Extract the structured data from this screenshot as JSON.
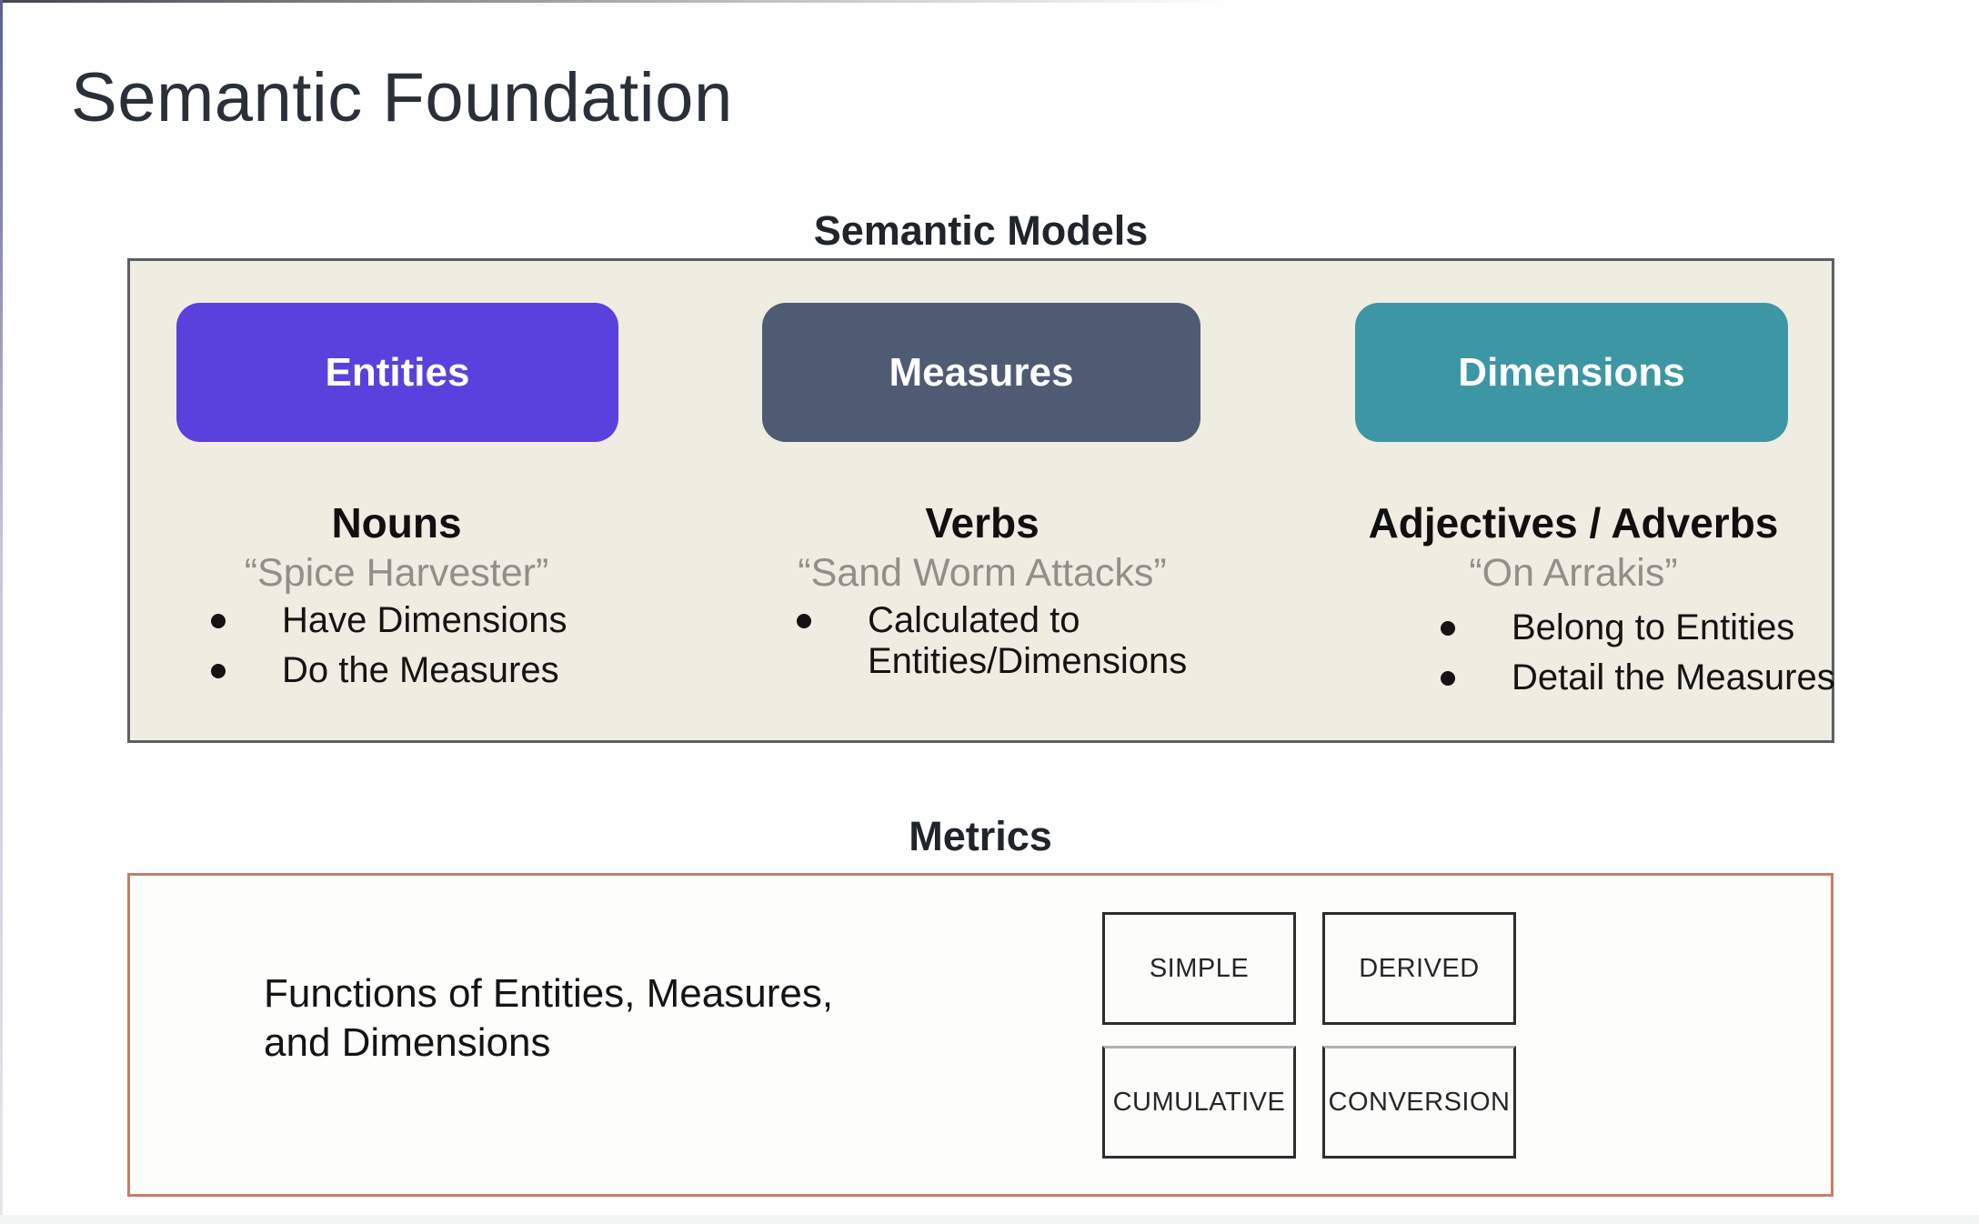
{
  "slide": {
    "title": "Semantic Foundation"
  },
  "semantic_models": {
    "heading": "Semantic Models",
    "panel_bg": "#efece1",
    "columns": [
      {
        "pill_label": "Entities",
        "pill_color": "#5a41de",
        "word_class": "Nouns",
        "example_quote": "“Spice Harvester”",
        "bullets": [
          "Have Dimensions",
          "Do the Measures"
        ]
      },
      {
        "pill_label": "Measures",
        "pill_color": "#4e5b73",
        "word_class": "Verbs",
        "example_quote": "“Sand Worm Attacks”",
        "bullets": [
          "Calculated to Entities/Dimensions"
        ]
      },
      {
        "pill_label": "Dimensions",
        "pill_color": "#3d96a3",
        "word_class": "Adjectives / Adverbs",
        "example_quote": "“On Arrakis”",
        "bullets": [
          "Belong to Entities",
          "Detail the Measures"
        ]
      }
    ]
  },
  "metrics": {
    "heading": "Metrics",
    "border_color": "#c57e6b",
    "description": "Functions of Entities, Measures, and Dimensions",
    "types": [
      "SIMPLE",
      "DERIVED",
      "CUMULATIVE",
      "CONVERSION"
    ]
  }
}
